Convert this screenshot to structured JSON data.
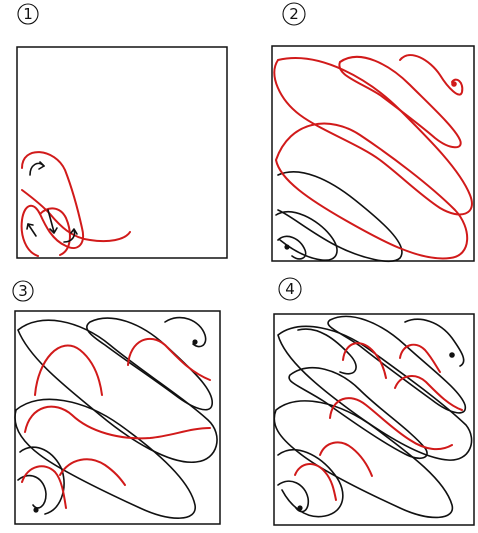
{
  "steps": [
    {
      "label": "1"
    },
    {
      "label": "2"
    },
    {
      "label": "3"
    },
    {
      "label": "4"
    }
  ],
  "colors": {
    "ink": "#111111",
    "accent": "#d11a1a",
    "background": "#ffffff"
  }
}
